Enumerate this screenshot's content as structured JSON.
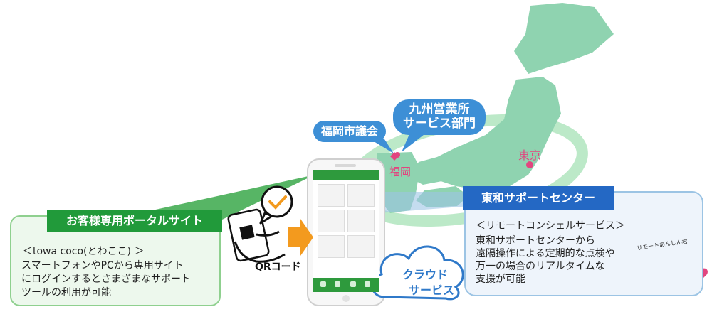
{
  "map": {
    "fukuoka_bubble": "福岡市議会",
    "kyushu_bubble_line1": "九州営業所",
    "kyushu_bubble_line2": "サービス部門",
    "fukuoka_label": "福岡",
    "tokyo_label": "東京"
  },
  "portal": {
    "title": "お客様専用ポータルサイト",
    "subtitle": "＜towa coco(とわここ) ＞",
    "description_line1": "スマートフォンやPCから専用サイト",
    "description_line2": "にログインするとさまざまなサポート",
    "description_line3": "ツールの利用が可能"
  },
  "qr": {
    "label": "QRコード"
  },
  "cloud": {
    "line1": "クラウド",
    "line2": "サービス"
  },
  "support": {
    "title": "東和サポートセンター",
    "subtitle": "＜リモートコンシェルサービス＞",
    "description_line1": "東和サポートセンターから",
    "description_line2": "遠隔操作による定期的な点検や",
    "description_line3": "万一の場合のリアルタイムな",
    "description_line4": "支援が可能",
    "mascot_label": "リモートあんしん君"
  },
  "colors": {
    "map_green": "#8fd3b0",
    "portal_green": "#219a3a",
    "support_blue": "#2468c4",
    "bubble_blue": "#3d8fd6",
    "accent_pink": "#e2457f",
    "arrow_orange": "#f39a1e"
  }
}
